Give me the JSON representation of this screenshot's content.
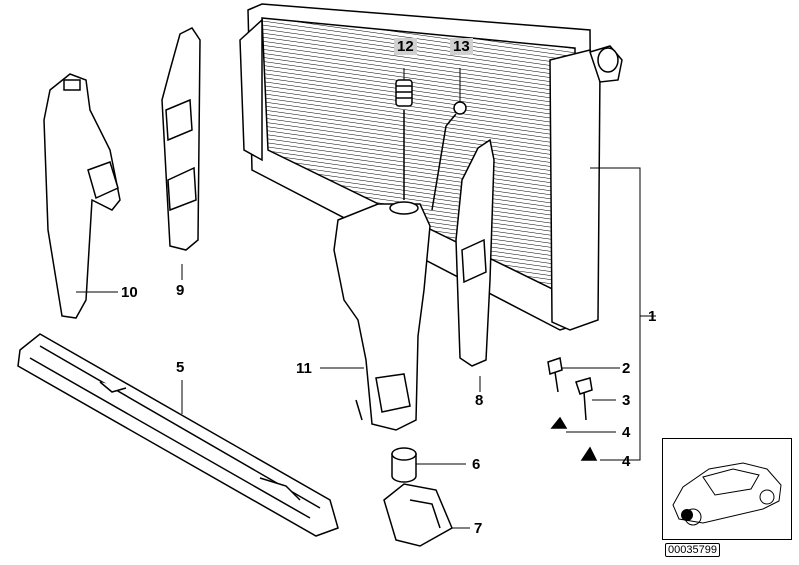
{
  "callouts": {
    "p1": "1",
    "p2": "2",
    "p3": "3",
    "p4a": "4",
    "p4b": "4",
    "p5": "5",
    "p6": "6",
    "p7": "7",
    "p8": "8",
    "p9": "9",
    "p10": "10",
    "p11": "11",
    "p12": "12",
    "p13": "13"
  },
  "reference_number": "00035799",
  "colors": {
    "line": "#000000",
    "fill": "#ffffff",
    "label_highlight": "#d0d0d0",
    "position_dot": "#000000"
  }
}
